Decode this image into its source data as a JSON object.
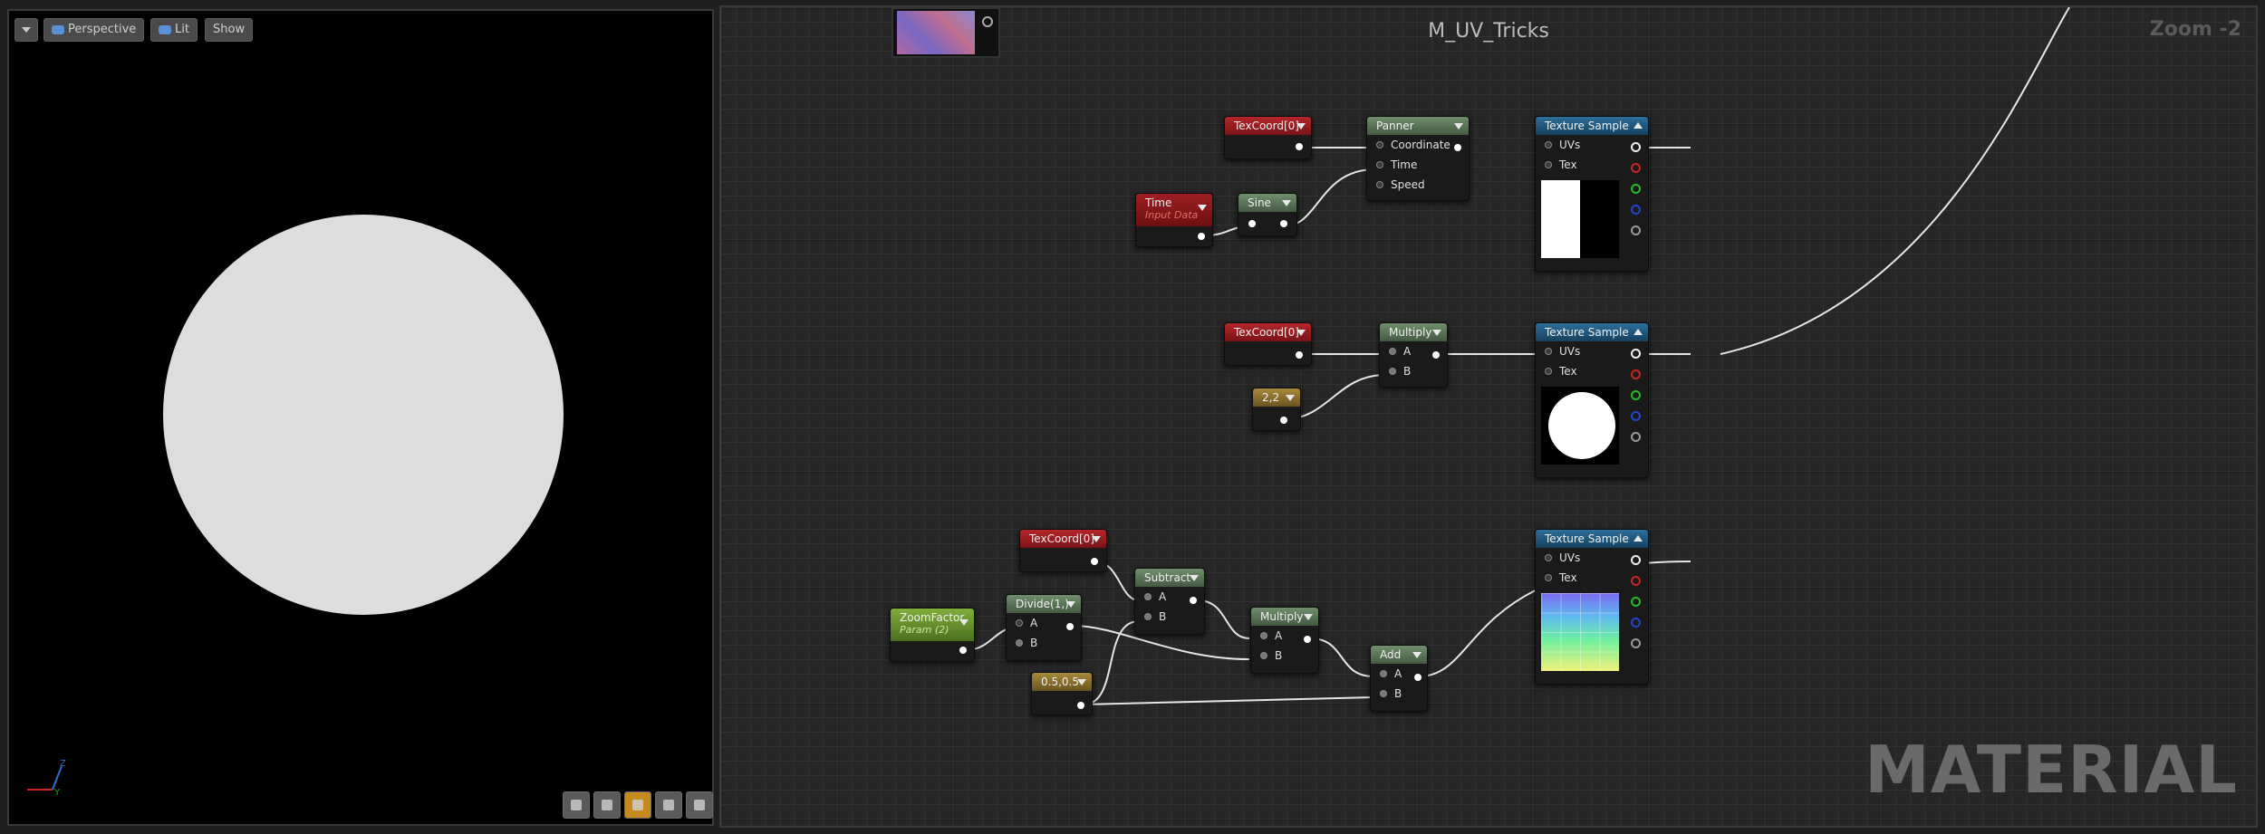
{
  "viewport": {
    "buttons": {
      "menu": "",
      "perspective": "Perspective",
      "lit": "Lit",
      "show": "Show"
    },
    "axis": {
      "z": "Z",
      "y": "Y"
    },
    "accent_color": "#c78a1f"
  },
  "graph": {
    "title": "M_UV_Tricks",
    "zoom": "Zoom -2",
    "watermark": "MATERIAL"
  },
  "nodes": {
    "texcoord1": {
      "title": "TexCoord[0]"
    },
    "panner": {
      "title": "Panner",
      "pins": [
        "Coordinate",
        "Time",
        "Speed"
      ]
    },
    "texsample1": {
      "title": "Texture Sample",
      "pins": [
        "UVs",
        "Tex"
      ]
    },
    "time": {
      "title": "Time",
      "subtitle": "Input Data"
    },
    "sine": {
      "title": "Sine"
    },
    "texcoord2": {
      "title": "TexCoord[0]"
    },
    "multiply1": {
      "title": "Multiply",
      "pins": [
        "A",
        "B"
      ]
    },
    "texsample2": {
      "title": "Texture Sample",
      "pins": [
        "UVs",
        "Tex"
      ]
    },
    "const22": {
      "title": "2,2"
    },
    "texcoord3": {
      "title": "TexCoord[0]"
    },
    "subtract": {
      "title": "Subtract",
      "pins": [
        "A",
        "B"
      ]
    },
    "texsample3": {
      "title": "Texture Sample",
      "pins": [
        "UVs",
        "Tex"
      ]
    },
    "zoomfactor": {
      "title": "ZoomFactor",
      "subtitle": "Param (2)"
    },
    "divide": {
      "title": "Divide(1,)",
      "pins": [
        "A",
        "B"
      ]
    },
    "multiply2": {
      "title": "Multiply",
      "pins": [
        "A",
        "B"
      ]
    },
    "add": {
      "title": "Add",
      "pins": [
        "A",
        "B"
      ]
    },
    "const0505": {
      "title": "0.5,0.5"
    }
  }
}
